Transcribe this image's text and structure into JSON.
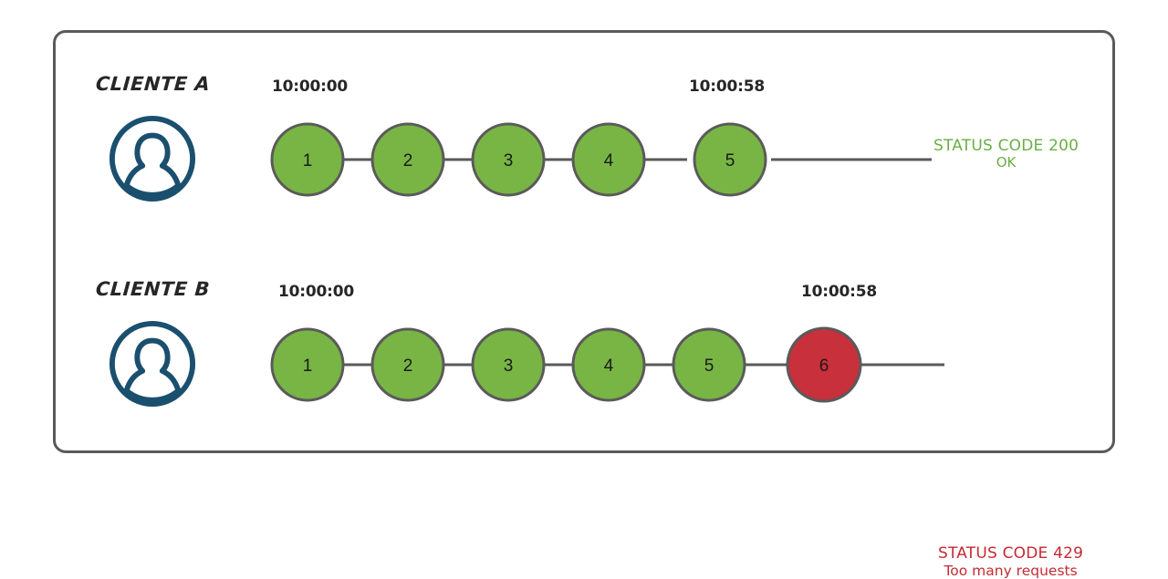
{
  "diagram": {
    "title": "Rate limiting per client timeline",
    "background": "#ffffff",
    "frame_color": "#5a5a5a",
    "colors": {
      "node_green": "#78b544",
      "node_red": "#c8303b",
      "node_stroke": "#5a5a5a",
      "connector": "#5a5a5a",
      "avatar": "#1b4f6e",
      "status_ok": "#6aae46",
      "status_error": "#c62a33",
      "label_text": "#262626"
    }
  },
  "rows": [
    {
      "id": "client-a",
      "label": "CLIENTE A",
      "avatar_icon": "user-avatar-icon",
      "timestamp_start": "10:00:00",
      "timestamp_end": "10:00:58",
      "nodes": [
        {
          "number": "1",
          "state": "ok"
        },
        {
          "number": "2",
          "state": "ok"
        },
        {
          "number": "3",
          "state": "ok"
        },
        {
          "number": "4",
          "state": "ok"
        },
        {
          "number": "5",
          "state": "ok"
        }
      ],
      "status": {
        "line1": "STATUS CODE 200",
        "line2": "OK",
        "state": "ok"
      }
    },
    {
      "id": "client-b",
      "label": "CLIENTE B",
      "avatar_icon": "user-avatar-icon",
      "timestamp_start": "10:00:00",
      "timestamp_end": "10:00:58",
      "nodes": [
        {
          "number": "1",
          "state": "ok"
        },
        {
          "number": "2",
          "state": "ok"
        },
        {
          "number": "3",
          "state": "ok"
        },
        {
          "number": "4",
          "state": "ok"
        },
        {
          "number": "5",
          "state": "ok"
        },
        {
          "number": "6",
          "state": "error"
        }
      ],
      "status": {
        "line1": "STATUS CODE 429",
        "line2": "Too many requests",
        "state": "error"
      }
    }
  ]
}
